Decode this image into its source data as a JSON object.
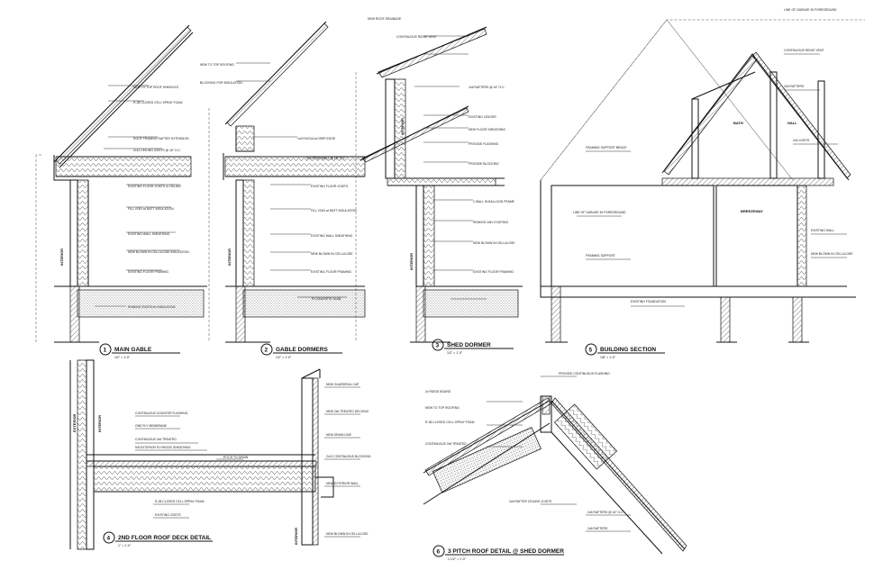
{
  "details": [
    {
      "num": "1",
      "title": "MAIN GABLE",
      "scale": "1/2\" = 1'-0\""
    },
    {
      "num": "2",
      "title": "GABLE DORMERS",
      "scale": "1/2\" = 1'-0\""
    },
    {
      "num": "3",
      "title": "SHED DORMER",
      "scale": "1/2\" = 1'-0\""
    },
    {
      "num": "5",
      "title": "BUILDING SECTION",
      "scale": "1/8\" = 1'-0\""
    },
    {
      "num": "4",
      "title": "2ND FLOOR ROOF DECK DETAIL",
      "scale": "1\" = 1'-0\""
    },
    {
      "num": "6",
      "title": "3 PITCH ROOF DETAIL @ SHED DORMER",
      "scale": "1 1/2\" = 1'-0\""
    }
  ],
  "room_labels": {
    "interior": "INTERIOR",
    "exterior": "EXTERIOR",
    "bath": "BATH",
    "hall": "HALL",
    "breezeway": "BREEZEWAY"
  }
}
